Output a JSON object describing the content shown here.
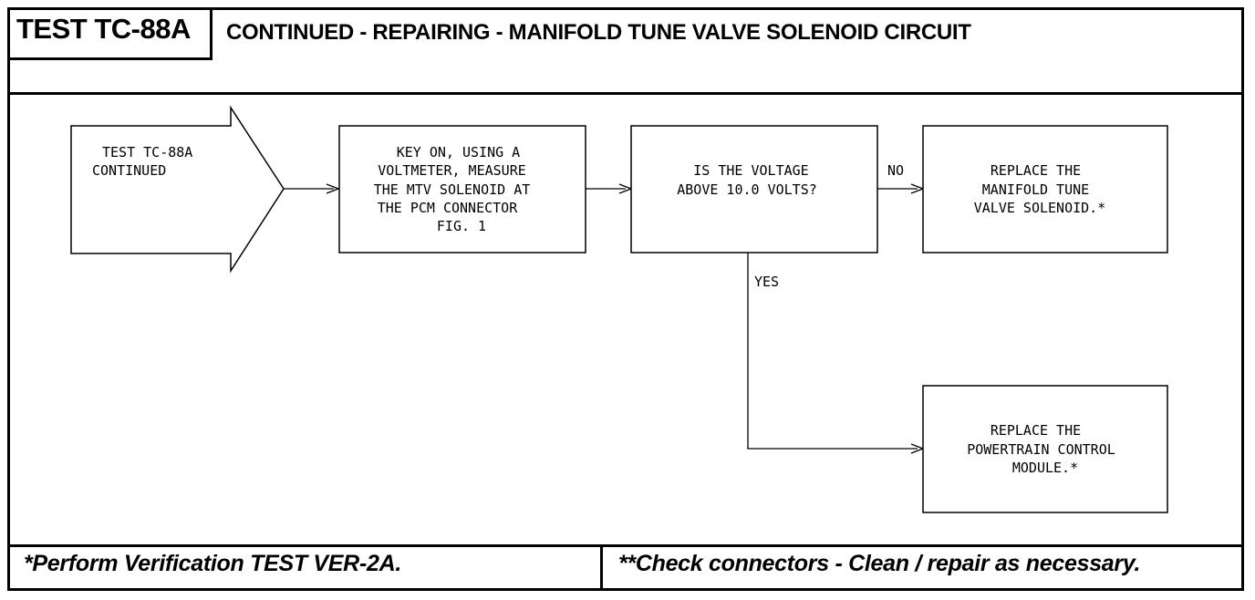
{
  "header": {
    "test_id": "TEST TC-88A",
    "title": "CONTINUED - REPAIRING - MANIFOLD TUNE VALVE SOLENOID CIRCUIT"
  },
  "flow": {
    "start": [
      "TEST TC-88A",
      "CONTINUED"
    ],
    "step1": [
      "KEY ON, USING A",
      "VOLTMETER, MEASURE",
      "THE MTV SOLENOID AT",
      "THE PCM CONNECTOR",
      "FIG. 1"
    ],
    "decision": [
      "IS THE VOLTAGE",
      "ABOVE 10.0 VOLTS?"
    ],
    "no_label": "NO",
    "yes_label": "YES",
    "no_result": [
      "REPLACE THE",
      "MANIFOLD TUNE",
      "VALVE SOLENOID.*"
    ],
    "yes_result": [
      "REPLACE THE",
      "POWERTRAIN CONTROL",
      "MODULE.*"
    ]
  },
  "footer": {
    "left": "*Perform Verification TEST VER-2A.",
    "right": "**Check connectors - Clean / repair as necessary."
  }
}
